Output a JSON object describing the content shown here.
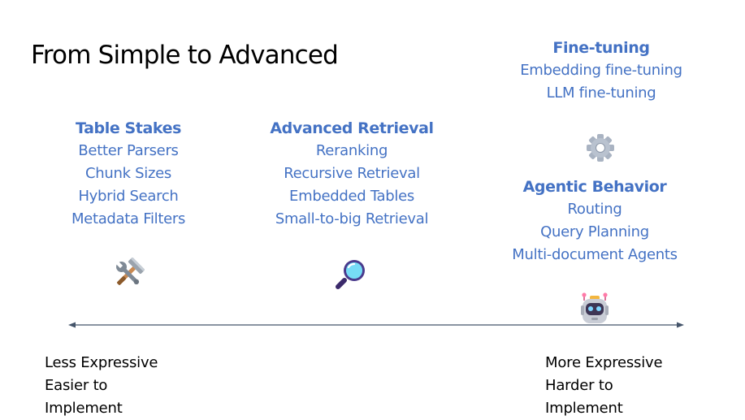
{
  "title": "From Simple to Advanced",
  "columns": [
    {
      "heading": "Table Stakes",
      "items": [
        "Better Parsers",
        "Chunk Sizes",
        "Hybrid Search",
        "Metadata Filters"
      ],
      "icon": "hammer-and-wrench-icon"
    },
    {
      "heading": "Advanced Retrieval",
      "items": [
        "Reranking",
        "Recursive Retrieval",
        "Embedded Tables",
        "Small-to-big Retrieval"
      ],
      "icon": "magnifying-glass-icon"
    },
    {
      "heading": "Fine-tuning",
      "items": [
        "Embedding fine-tuning",
        "LLM fine-tuning"
      ],
      "icon": "gear-icon"
    },
    {
      "heading": "Agentic Behavior",
      "items": [
        "Routing",
        "Query Planning",
        "Multi-document Agents"
      ],
      "icon": "robot-icon"
    }
  ],
  "axis": {
    "left": {
      "line1": "Less Expressive",
      "line2": "Easier to",
      "line3": "Implement"
    },
    "right": {
      "line1": "More Expressive",
      "line2": "Harder to",
      "line3": "Implement"
    }
  },
  "colors": {
    "accent": "#4472c4",
    "axis": "#44546a"
  }
}
